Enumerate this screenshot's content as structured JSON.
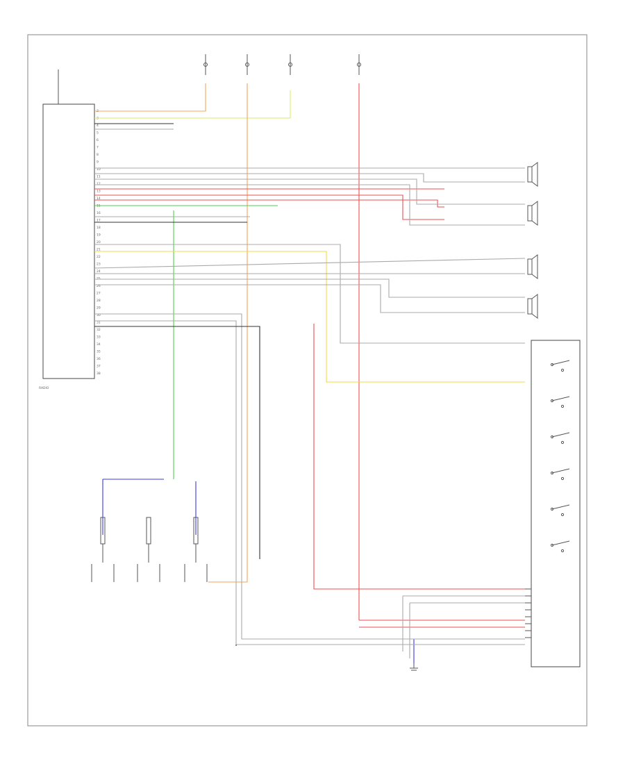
{
  "diagram": {
    "footer_code": "",
    "wire_colors": {
      "orange": "#f4a35a",
      "yellow_green": "#d8ee6a",
      "red": "#ee4e4e",
      "green": "#4fd04f",
      "yellow": "#f2dc43",
      "blue": "#3a3ae0",
      "gray": "#9a9a9a",
      "black": "#333333"
    },
    "radio": {
      "title": "RADIO"
    },
    "connections": [
      {
        "pin": "2"
      },
      {
        "pin": "3"
      },
      {
        "pin": "4"
      },
      {
        "pin": "5"
      },
      {
        "pin": "6"
      },
      {
        "pin": "7"
      },
      {
        "pin": "8"
      },
      {
        "pin": "9"
      },
      {
        "pin": "10"
      },
      {
        "pin": "11"
      },
      {
        "pin": "12"
      },
      {
        "pin": "13"
      },
      {
        "pin": "14"
      },
      {
        "pin": "15"
      },
      {
        "pin": "16"
      },
      {
        "pin": "17"
      },
      {
        "pin": "18"
      },
      {
        "pin": "19"
      },
      {
        "pin": "20"
      },
      {
        "pin": "21"
      },
      {
        "pin": "22"
      },
      {
        "pin": "23"
      },
      {
        "pin": "24"
      },
      {
        "pin": "25"
      },
      {
        "pin": "26"
      },
      {
        "pin": "27"
      },
      {
        "pin": "28"
      },
      {
        "pin": "29"
      },
      {
        "pin": "30"
      },
      {
        "pin": "31"
      },
      {
        "pin": "32"
      },
      {
        "pin": "33"
      },
      {
        "pin": "34"
      },
      {
        "pin": "35"
      },
      {
        "pin": "36"
      },
      {
        "pin": "37"
      },
      {
        "pin": "38"
      }
    ],
    "fuses": [
      {
        "id": "F1"
      },
      {
        "id": "F2"
      },
      {
        "id": "F3"
      },
      {
        "id": "F4"
      }
    ],
    "speakers": [
      {
        "id": "SPK-LF"
      },
      {
        "id": "SPK-RF"
      },
      {
        "id": "SPK-LR"
      },
      {
        "id": "SPK-RR"
      }
    ],
    "switches": [
      {
        "id": "SW1"
      },
      {
        "id": "SW2"
      },
      {
        "id": "SW3"
      },
      {
        "id": "SW4"
      },
      {
        "id": "SW5"
      },
      {
        "id": "SW6"
      }
    ],
    "steering_pins": [
      {
        "id": "1"
      },
      {
        "id": "2"
      },
      {
        "id": "3"
      },
      {
        "id": "4"
      },
      {
        "id": "5"
      },
      {
        "id": "6"
      },
      {
        "id": "7"
      },
      {
        "id": "8"
      }
    ],
    "antennas": [
      {
        "id": "ANT1"
      },
      {
        "id": "ANT2"
      },
      {
        "id": "ANT3"
      }
    ]
  }
}
